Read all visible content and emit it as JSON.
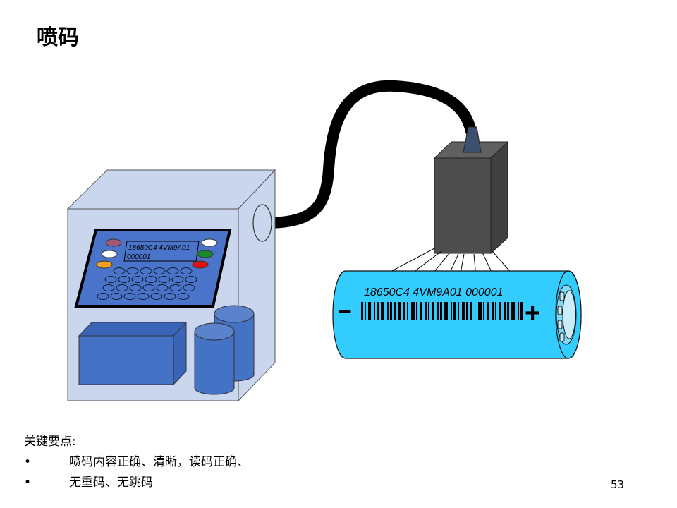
{
  "slide": {
    "title": "喷码",
    "page_number": "53"
  },
  "machine": {
    "screen_line1": "18650C4 4VM9A01",
    "screen_line2": "000001"
  },
  "battery": {
    "printed_code": "18650C4 4VM9A01 000001",
    "minus_sign": "−",
    "plus_sign": "+",
    "body_color": "#33ccff"
  },
  "notes": {
    "heading": "关键要点:",
    "items": [
      "喷码内容正确、清晰，读码正确、",
      "无重码、无跳码"
    ]
  }
}
